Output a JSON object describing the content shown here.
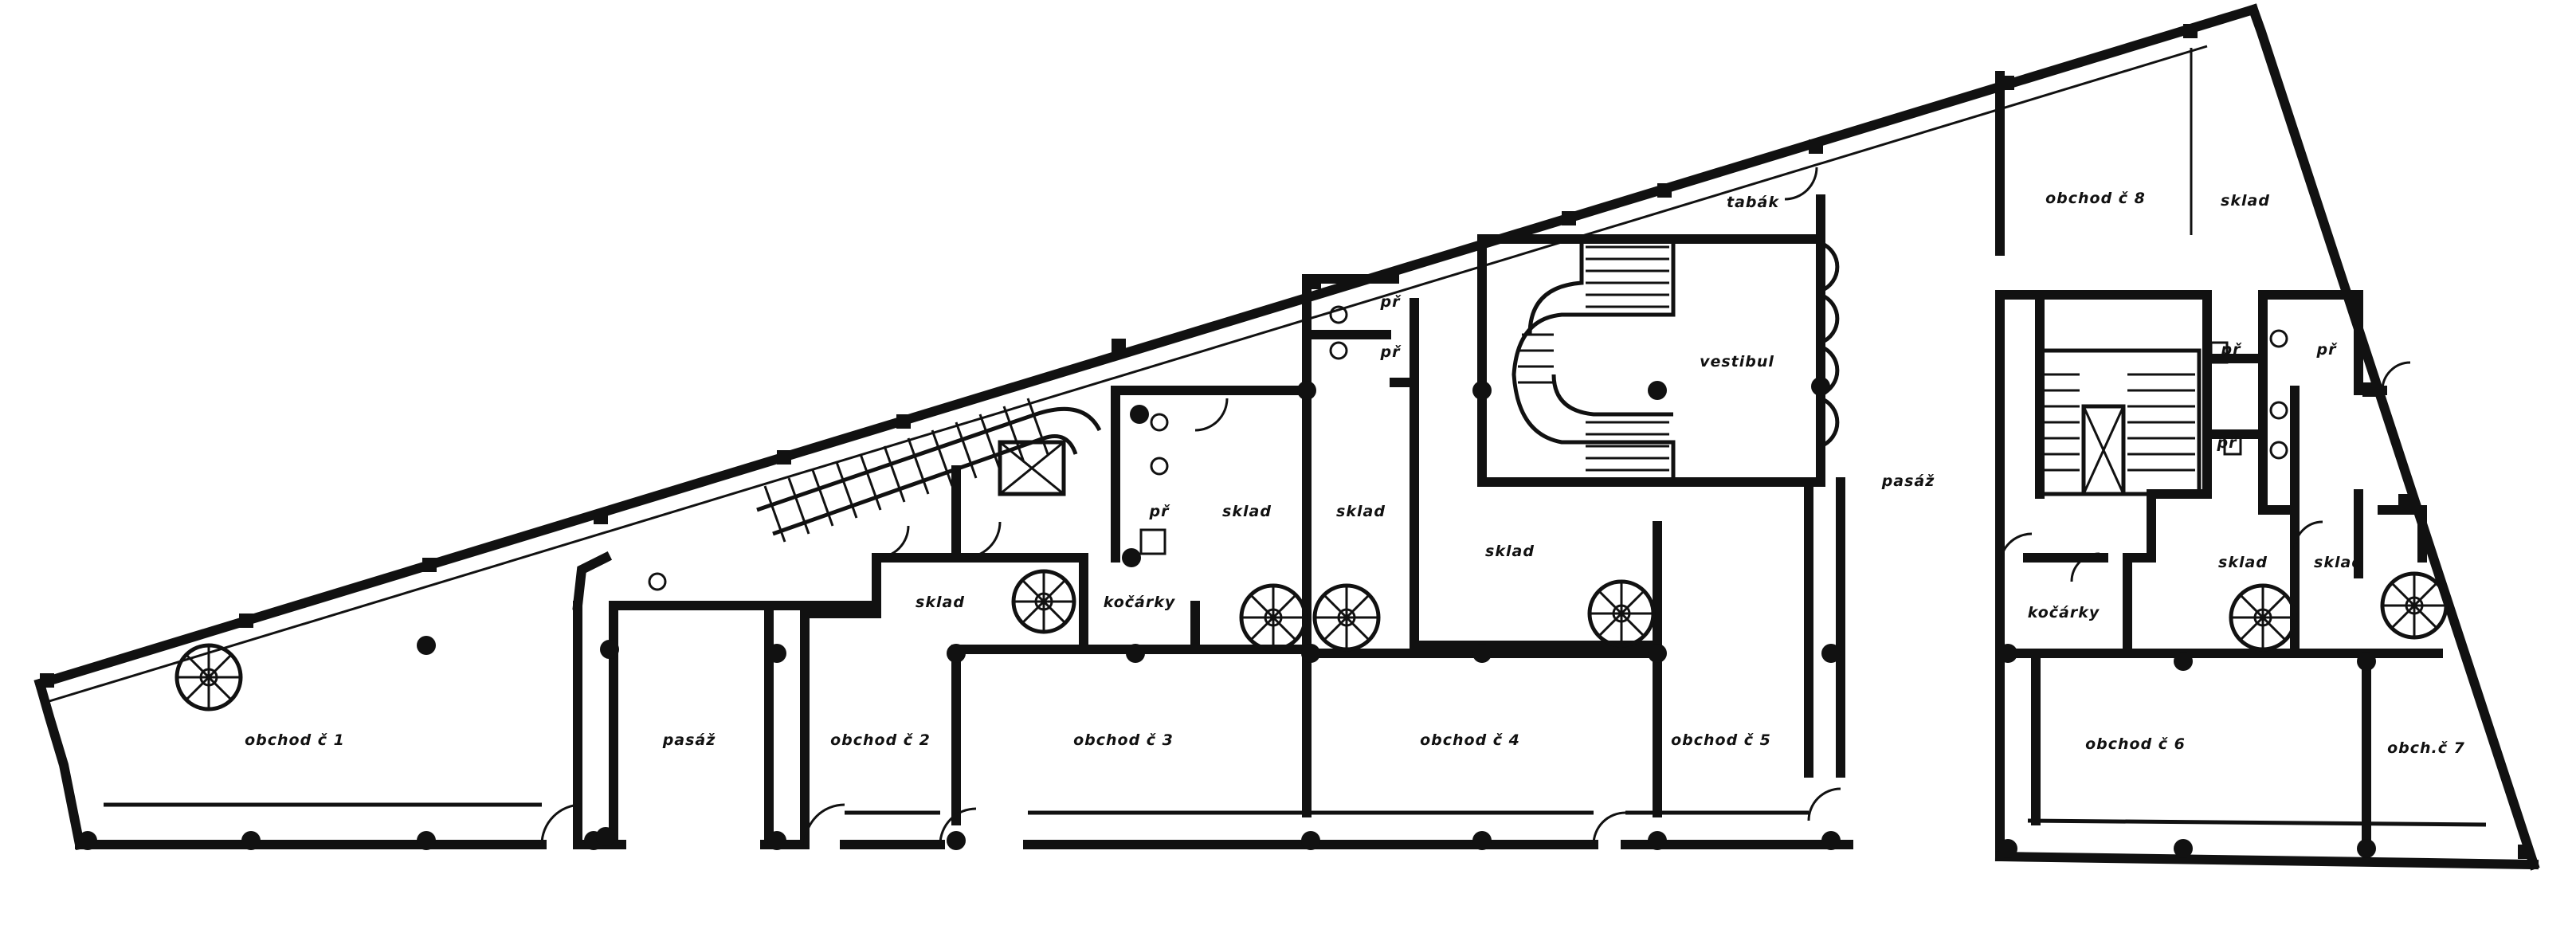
{
  "plan": {
    "rooms": {
      "obchod_1": "obchod č 1",
      "pasaz_left": "pasáž",
      "obchod_2": "obchod č 2",
      "obchod_3": "obchod č 3",
      "obchod_4": "obchod č 4",
      "obchod_5": "obchod č 5",
      "obchod_6": "obchod č 6",
      "obchod_7": "obch.č 7",
      "obchod_8": "obchod č 8",
      "sklad_8": "sklad",
      "tabak": "tabák",
      "vestibul": "vestibul",
      "pasaz_right": "pasáž",
      "sklad_a": "sklad",
      "sklad_b": "sklad",
      "sklad_c": "sklad",
      "sklad_d": "sklad",
      "sklad_e": "sklad",
      "sklad_f": "sklad",
      "kocarky_left": "kočárky",
      "kocarky_right": "kočárky",
      "pr_1": "př",
      "pr_2": "př",
      "pr_3": "př",
      "pr_4": "př",
      "pr_5": "př",
      "pr_6": "př"
    }
  }
}
